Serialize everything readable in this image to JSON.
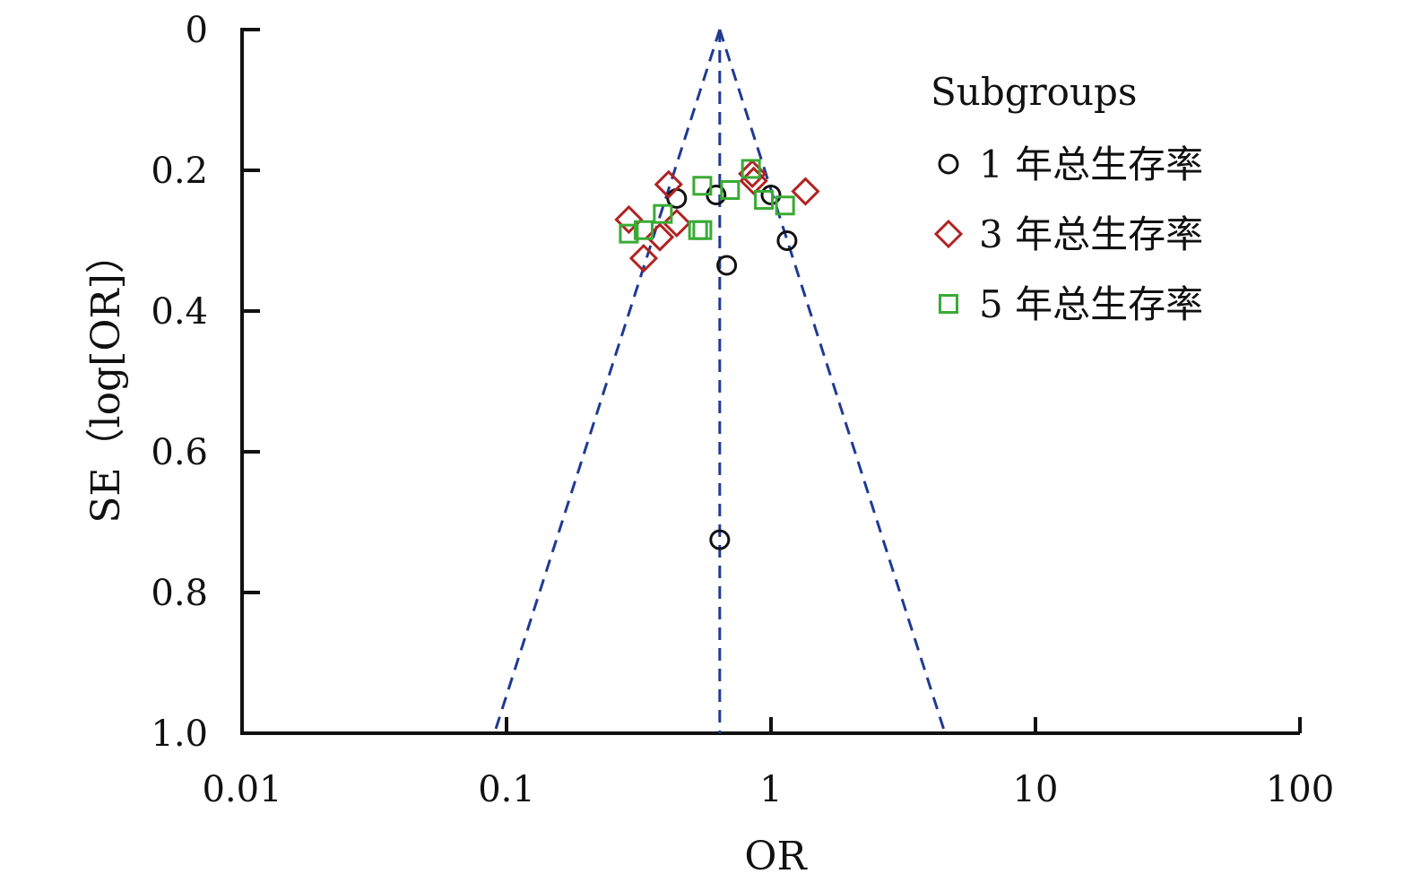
{
  "chart_data": {
    "type": "scatter",
    "subtype": "funnel",
    "xlabel": "OR",
    "ylabel": "SE（log[OR]）",
    "xscale": "log",
    "xlim": [
      0.01,
      100
    ],
    "ylim": [
      0,
      1.0
    ],
    "y_inverted": true,
    "xticks": [
      0.01,
      0.1,
      1,
      10,
      100
    ],
    "xtick_labels": [
      "0.01",
      "0.1",
      "1",
      "10",
      "100"
    ],
    "yticks": [
      0,
      0.2,
      0.4,
      0.6,
      0.8,
      1.0
    ],
    "ytick_labels": [
      "0",
      "0.2",
      "0.4",
      "0.6",
      "0.8",
      "1.0"
    ],
    "pooled_or": 0.64,
    "funnel_lines": {
      "color": "#1f3a93",
      "style": "dashed",
      "apex": [
        0.64,
        0
      ],
      "base_left": [
        0.09,
        1.0
      ],
      "base_right": [
        4.55,
        1.0
      ]
    },
    "legend": {
      "title": "Subgroups",
      "position": "top-right"
    },
    "series": [
      {
        "name": "1 年总生存率",
        "marker": "circle",
        "color": "#111111",
        "points": [
          {
            "x": 0.44,
            "y": 0.24
          },
          {
            "x": 0.62,
            "y": 0.235
          },
          {
            "x": 1.0,
            "y": 0.235
          },
          {
            "x": 1.15,
            "y": 0.3
          },
          {
            "x": 0.68,
            "y": 0.335
          },
          {
            "x": 0.64,
            "y": 0.725
          }
        ]
      },
      {
        "name": "3 年总生存率",
        "marker": "diamond",
        "color": "#b22222",
        "points": [
          {
            "x": 0.29,
            "y": 0.27
          },
          {
            "x": 0.33,
            "y": 0.325
          },
          {
            "x": 0.38,
            "y": 0.295
          },
          {
            "x": 0.41,
            "y": 0.22
          },
          {
            "x": 0.44,
            "y": 0.275
          },
          {
            "x": 0.85,
            "y": 0.205
          },
          {
            "x": 0.86,
            "y": 0.215
          },
          {
            "x": 1.35,
            "y": 0.23
          }
        ]
      },
      {
        "name": "5 年总生存率",
        "marker": "square",
        "color": "#3aaa35",
        "points": [
          {
            "x": 0.29,
            "y": 0.29
          },
          {
            "x": 0.33,
            "y": 0.285
          },
          {
            "x": 0.39,
            "y": 0.262
          },
          {
            "x": 0.53,
            "y": 0.285
          },
          {
            "x": 0.55,
            "y": 0.285
          },
          {
            "x": 0.55,
            "y": 0.222
          },
          {
            "x": 0.7,
            "y": 0.228
          },
          {
            "x": 0.84,
            "y": 0.198
          },
          {
            "x": 0.94,
            "y": 0.242
          },
          {
            "x": 1.13,
            "y": 0.25
          }
        ]
      }
    ]
  }
}
